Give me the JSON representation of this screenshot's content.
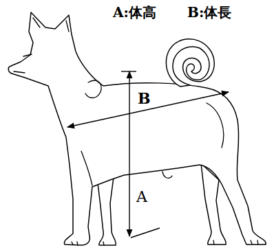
{
  "diagram": {
    "labels": [
      "A:体高",
      "B:体長",
      "B",
      "A"
    ]
  }
}
